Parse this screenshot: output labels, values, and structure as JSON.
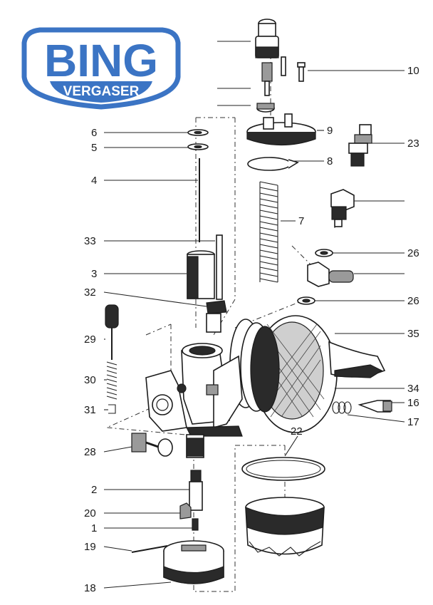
{
  "logo": {
    "brand": "BING",
    "subtitle": "VERGASER",
    "color": "#3b74c4"
  },
  "part_labels": [
    {
      "id": "10",
      "text": "10"
    },
    {
      "id": "9",
      "text": "9"
    },
    {
      "id": "23",
      "text": "23"
    },
    {
      "id": "6",
      "text": "6"
    },
    {
      "id": "5",
      "text": "5"
    },
    {
      "id": "8",
      "text": "8"
    },
    {
      "id": "4",
      "text": "4"
    },
    {
      "id": "7",
      "text": "7"
    },
    {
      "id": "33",
      "text": "33"
    },
    {
      "id": "26a",
      "text": "26"
    },
    {
      "id": "3",
      "text": "3"
    },
    {
      "id": "32",
      "text": "32"
    },
    {
      "id": "26b",
      "text": "26"
    },
    {
      "id": "29",
      "text": "29"
    },
    {
      "id": "35",
      "text": "35"
    },
    {
      "id": "30",
      "text": "30"
    },
    {
      "id": "34",
      "text": "34"
    },
    {
      "id": "16",
      "text": "16"
    },
    {
      "id": "31",
      "text": "31"
    },
    {
      "id": "17",
      "text": "17"
    },
    {
      "id": "22",
      "text": "22"
    },
    {
      "id": "28",
      "text": "28"
    },
    {
      "id": "2",
      "text": "2"
    },
    {
      "id": "20",
      "text": "20"
    },
    {
      "id": "1",
      "text": "1"
    },
    {
      "id": "19",
      "text": "19"
    },
    {
      "id": "18",
      "text": "18"
    }
  ],
  "colors": {
    "ink": "#1c1c1c",
    "paper": "#ffffff"
  }
}
